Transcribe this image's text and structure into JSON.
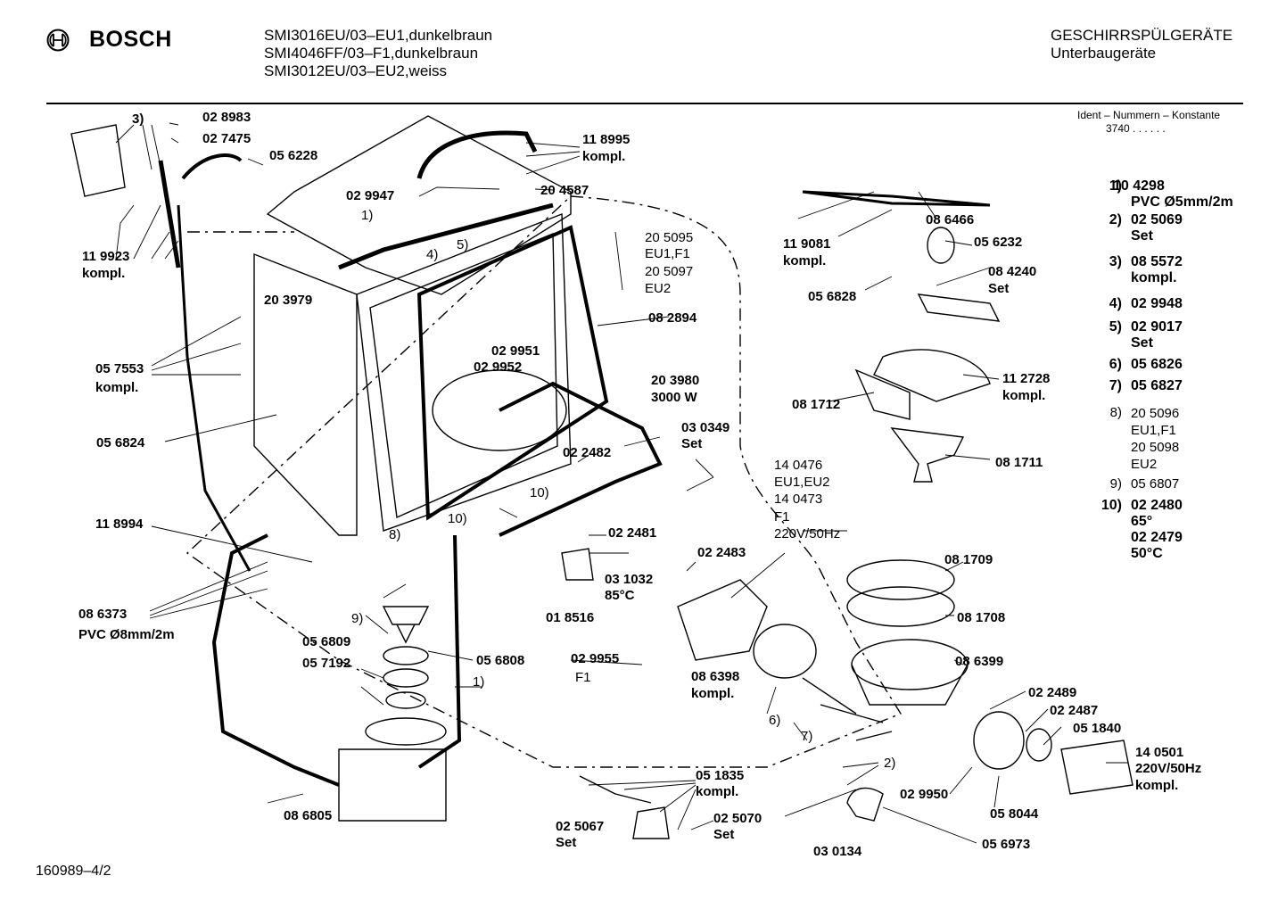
{
  "header": {
    "brand": "BOSCH",
    "models": [
      "SMI3016EU/03–EU1,dunkelbraun",
      "SMI4046FF/03–F1,dunkelbraun",
      "SMI3012EU/03–EU2,weiss"
    ],
    "category": "GESCHIRRSPÜLGERÄTE",
    "subcategory": "Unterbaugeräte"
  },
  "ident": {
    "label": "Ident – Nummern – Konstante",
    "value": "3740 . . . . . ."
  },
  "labels": [
    {
      "id": "l01",
      "text": "3)",
      "bold": true
    },
    {
      "id": "l02",
      "text": "02 8983",
      "bold": true
    },
    {
      "id": "l03",
      "text": "02 7475",
      "bold": true
    },
    {
      "id": "l04",
      "text": "05 6228",
      "bold": true
    },
    {
      "id": "l05",
      "text": "11 9923",
      "bold": true
    },
    {
      "id": "l06",
      "text": "kompl.",
      "bold": true
    },
    {
      "id": "l07",
      "text": "02 9947",
      "bold": true
    },
    {
      "id": "l08",
      "text": "20 4587",
      "bold": true
    },
    {
      "id": "l09",
      "text": "11 8995",
      "bold": true
    },
    {
      "id": "l10",
      "text": "kompl.",
      "bold": true
    },
    {
      "id": "l11",
      "text": "1)",
      "bold": false
    },
    {
      "id": "l12",
      "text": "4)",
      "bold": false
    },
    {
      "id": "l13",
      "text": "5)",
      "bold": false
    },
    {
      "id": "l14",
      "text": "20 5095",
      "bold": false
    },
    {
      "id": "l15",
      "text": "EU1,F1",
      "bold": false
    },
    {
      "id": "l16",
      "text": "20 5097",
      "bold": false
    },
    {
      "id": "l17",
      "text": "EU2",
      "bold": false
    },
    {
      "id": "l18",
      "text": "20 3979",
      "bold": true
    },
    {
      "id": "l19",
      "text": "08 2894",
      "bold": true
    },
    {
      "id": "l20",
      "text": "05 7553",
      "bold": true
    },
    {
      "id": "l21",
      "text": "kompl.",
      "bold": true
    },
    {
      "id": "l22",
      "text": "02 9951",
      "bold": true
    },
    {
      "id": "l23",
      "text": "02 9952",
      "bold": true
    },
    {
      "id": "l24",
      "text": "20 3980",
      "bold": true
    },
    {
      "id": "l25",
      "text": "3000 W",
      "bold": true
    },
    {
      "id": "l26",
      "text": "05 6824",
      "bold": true
    },
    {
      "id": "l27",
      "text": "03 0349",
      "bold": true
    },
    {
      "id": "l28",
      "text": "Set",
      "bold": true
    },
    {
      "id": "l29",
      "text": "02 2482",
      "bold": true
    },
    {
      "id": "l30",
      "text": "10)",
      "bold": false
    },
    {
      "id": "l31",
      "text": "10)",
      "bold": false
    },
    {
      "id": "l32",
      "text": "11 8994",
      "bold": true
    },
    {
      "id": "l33",
      "text": "8)",
      "bold": false
    },
    {
      "id": "l34",
      "text": "02 2481",
      "bold": true
    },
    {
      "id": "l35",
      "text": "02 2483",
      "bold": true
    },
    {
      "id": "l36",
      "text": "03 1032",
      "bold": true
    },
    {
      "id": "l37",
      "text": "85°C",
      "bold": true
    },
    {
      "id": "l38",
      "text": "08 6373",
      "bold": true
    },
    {
      "id": "l39",
      "text": "PVC Ø8mm/2m",
      "bold": true
    },
    {
      "id": "l40",
      "text": "9)",
      "bold": false
    },
    {
      "id": "l41",
      "text": "01 8516",
      "bold": true
    },
    {
      "id": "l42",
      "text": "05 6809",
      "bold": true
    },
    {
      "id": "l43",
      "text": "05 6808",
      "bold": true
    },
    {
      "id": "l44",
      "text": "02 9955",
      "bold": true
    },
    {
      "id": "l45",
      "text": "F1",
      "bold": false
    },
    {
      "id": "l46",
      "text": "05 7192",
      "bold": true
    },
    {
      "id": "l47",
      "text": "1)",
      "bold": false
    },
    {
      "id": "l48",
      "text": "08 6805",
      "bold": true
    },
    {
      "id": "l49",
      "text": "05 1835",
      "bold": true
    },
    {
      "id": "l50",
      "text": "kompl.",
      "bold": true
    },
    {
      "id": "l51",
      "text": "02 5067",
      "bold": true
    },
    {
      "id": "l52",
      "text": "Set",
      "bold": true
    },
    {
      "id": "l53",
      "text": "02 5070",
      "bold": true
    },
    {
      "id": "l54",
      "text": "Set",
      "bold": true
    },
    {
      "id": "l55",
      "text": "14 0476",
      "bold": false
    },
    {
      "id": "l56",
      "text": "EU1,EU2",
      "bold": false
    },
    {
      "id": "l57",
      "text": "14 0473",
      "bold": false
    },
    {
      "id": "l58",
      "text": "F1",
      "bold": false
    },
    {
      "id": "l59",
      "text": "220V/50Hz",
      "bold": false
    },
    {
      "id": "l60",
      "text": "08 6398",
      "bold": true
    },
    {
      "id": "l61",
      "text": "kompl.",
      "bold": true
    },
    {
      "id": "l62",
      "text": "6)",
      "bold": false
    },
    {
      "id": "l63",
      "text": "7)",
      "bold": false
    },
    {
      "id": "l64",
      "text": "08 6466",
      "bold": true
    },
    {
      "id": "l65",
      "text": "11 9081",
      "bold": true
    },
    {
      "id": "l66",
      "text": "kompl.",
      "bold": true
    },
    {
      "id": "l67",
      "text": "05 6232",
      "bold": true
    },
    {
      "id": "l68",
      "text": "08 4240",
      "bold": true
    },
    {
      "id": "l69",
      "text": "Set",
      "bold": true
    },
    {
      "id": "l70",
      "text": "05 6828",
      "bold": true
    },
    {
      "id": "l71",
      "text": "11 2728",
      "bold": true
    },
    {
      "id": "l72",
      "text": "kompl.",
      "bold": true
    },
    {
      "id": "l73",
      "text": "08 1712",
      "bold": true
    },
    {
      "id": "l74",
      "text": "08 1711",
      "bold": true
    },
    {
      "id": "l75",
      "text": "08 1709",
      "bold": true
    },
    {
      "id": "l76",
      "text": "08 1708",
      "bold": true
    },
    {
      "id": "l77",
      "text": "08 6399",
      "bold": true
    },
    {
      "id": "l78",
      "text": "02 2489",
      "bold": true
    },
    {
      "id": "l79",
      "text": "02 2487",
      "bold": true
    },
    {
      "id": "l80",
      "text": "05 1840",
      "bold": true
    },
    {
      "id": "l81",
      "text": "14 0501",
      "bold": true
    },
    {
      "id": "l82",
      "text": "220V/50Hz",
      "bold": true
    },
    {
      "id": "l83",
      "text": "kompl.",
      "bold": true
    },
    {
      "id": "l84",
      "text": "2)",
      "bold": false
    },
    {
      "id": "l85",
      "text": "02 9950",
      "bold": true
    },
    {
      "id": "l86",
      "text": "05 8044",
      "bold": true
    },
    {
      "id": "l87",
      "text": "03 0134",
      "bold": true
    },
    {
      "id": "l88",
      "text": "05 6973",
      "bold": true
    }
  ],
  "legend": [
    {
      "key": "1)",
      "lines": [
        "10 4298",
        "PVC Ø5mm/2m"
      ],
      "bold": true
    },
    {
      "key": "2)",
      "lines": [
        "02 5069",
        "Set"
      ],
      "bold": true
    },
    {
      "key": "3)",
      "lines": [
        "08 5572",
        "kompl."
      ],
      "bold": true
    },
    {
      "key": "4)",
      "lines": [
        "02 9948"
      ],
      "bold": true
    },
    {
      "key": "5)",
      "lines": [
        "02 9017",
        "Set"
      ],
      "bold": true
    },
    {
      "key": "6)",
      "lines": [
        "05 6826"
      ],
      "bold": true
    },
    {
      "key": "7)",
      "lines": [
        "05 6827"
      ],
      "bold": true
    },
    {
      "key": "8)",
      "lines": [
        "20 5096",
        "EU1,F1",
        "20 5098",
        "EU2"
      ],
      "bold": false
    },
    {
      "key": "9)",
      "lines": [
        "05 6807"
      ],
      "bold": false
    },
    {
      "key": "10)",
      "lines": [
        "02 2480",
        "65°",
        "02 2479",
        "50°C"
      ],
      "bold": true
    }
  ],
  "footer": "160989–4/2"
}
